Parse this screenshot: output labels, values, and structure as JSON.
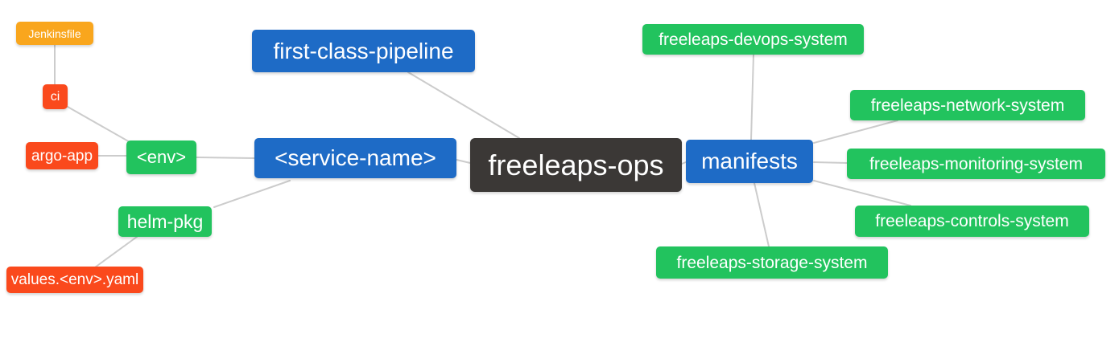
{
  "diagram": {
    "type": "mindmap",
    "root": {
      "label": "freeleaps-ops"
    },
    "nodes": {
      "jenkinsfile": {
        "label": "Jenkinsfile",
        "color": "amber"
      },
      "ci": {
        "label": "ci",
        "color": "red"
      },
      "argo_app": {
        "label": "argo-app",
        "color": "red"
      },
      "env": {
        "label": "<env>",
        "color": "green"
      },
      "helm_pkg": {
        "label": "helm-pkg",
        "color": "green"
      },
      "values_env_yaml": {
        "label": "values.<env>.yaml",
        "color": "red"
      },
      "first_class_pipeline": {
        "label": "first-class-pipeline",
        "color": "blue"
      },
      "service_name": {
        "label": "<service-name>",
        "color": "blue"
      },
      "freeleaps_ops": {
        "label": "freeleaps-ops",
        "color": "dark"
      },
      "manifests": {
        "label": "manifests",
        "color": "blue"
      },
      "devops_system": {
        "label": "freeleaps-devops-system",
        "color": "green"
      },
      "network_system": {
        "label": "freeleaps-network-system",
        "color": "green"
      },
      "monitoring_system": {
        "label": "freeleaps-monitoring-system",
        "color": "green"
      },
      "controls_system": {
        "label": "freeleaps-controls-system",
        "color": "green"
      },
      "storage_system": {
        "label": "freeleaps-storage-system",
        "color": "green"
      }
    },
    "edges": [
      [
        "jenkinsfile",
        "ci"
      ],
      [
        "ci",
        "env"
      ],
      [
        "argo_app",
        "env"
      ],
      [
        "env",
        "service_name"
      ],
      [
        "helm_pkg",
        "service_name"
      ],
      [
        "values_env_yaml",
        "helm_pkg"
      ],
      [
        "service_name",
        "freeleaps_ops"
      ],
      [
        "first_class_pipeline",
        "freeleaps_ops"
      ],
      [
        "freeleaps_ops",
        "manifests"
      ],
      [
        "manifests",
        "devops_system"
      ],
      [
        "manifests",
        "network_system"
      ],
      [
        "manifests",
        "monitoring_system"
      ],
      [
        "manifests",
        "controls_system"
      ],
      [
        "manifests",
        "storage_system"
      ]
    ],
    "palette": {
      "blue": "#1e6bc6",
      "green": "#22c35e",
      "red": "#fa491c",
      "amber": "#f9a61d",
      "dark": "#3b3836",
      "edge": "#cccccc"
    }
  }
}
